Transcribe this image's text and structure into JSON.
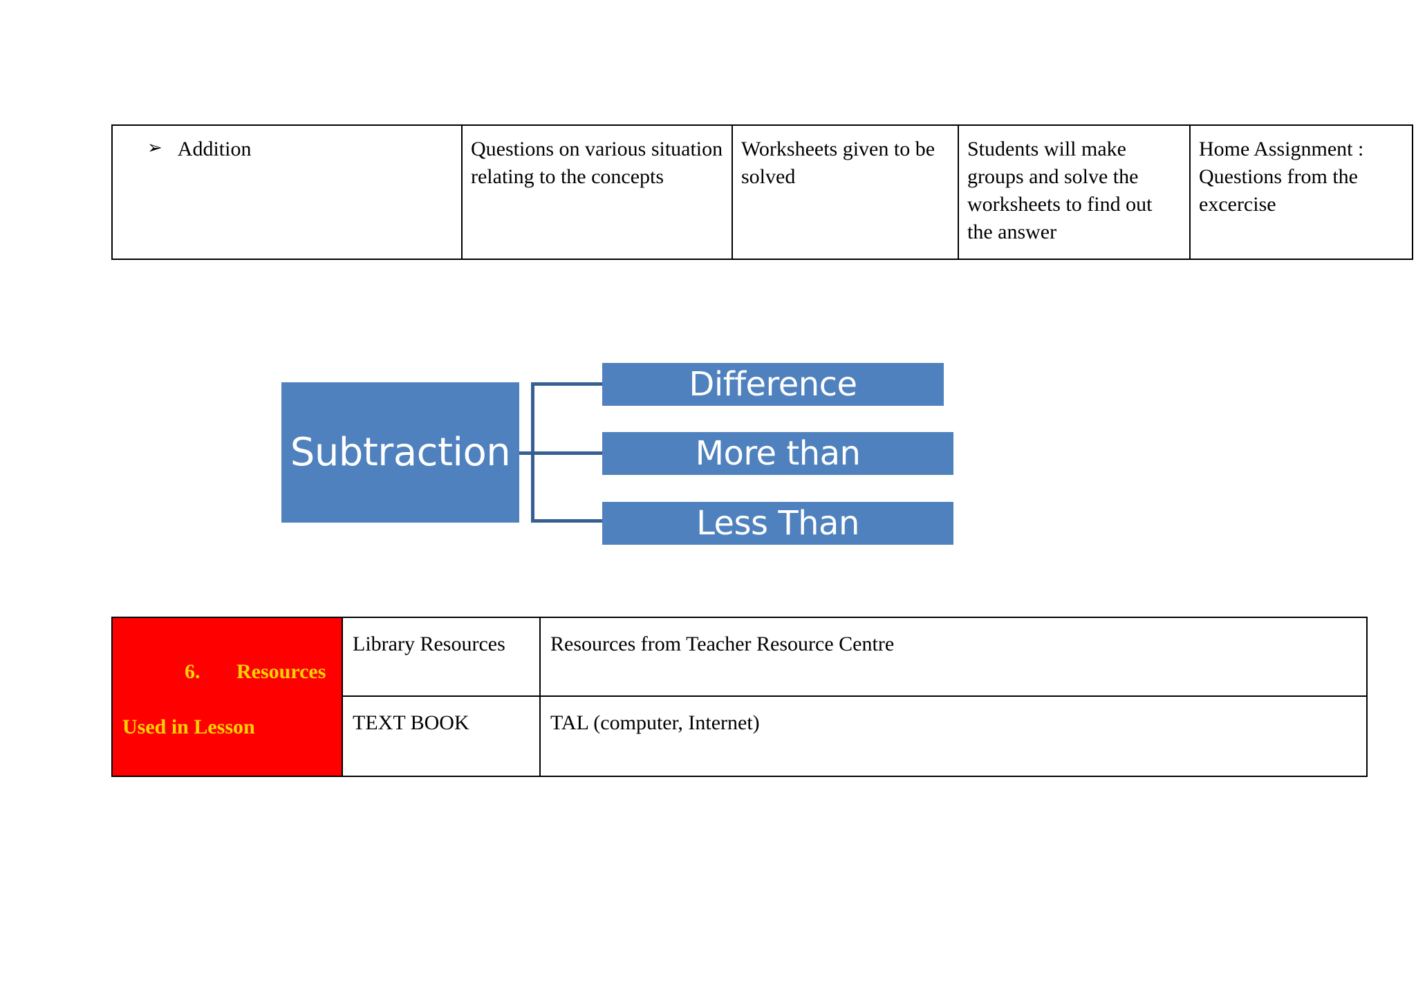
{
  "document": {
    "title": "Lesson Plan Excerpt",
    "colors": {
      "diagram_fill": "#4e81bd",
      "diagram_connector": "#376092",
      "diagram_text": "#ffffff",
      "highlight_cell_bg": "#ff0000",
      "highlight_cell_text": "#ffd400",
      "table_border": "#000000",
      "page_bg": "#ffffff"
    }
  },
  "top_table": {
    "columns": 5,
    "rows": [
      {
        "bullet_glyph": "➢",
        "topic": "Addition",
        "questions": "Questions on various situation relating to the concepts",
        "worksheets": "Worksheets given to be solved",
        "activity": "Students will make groups and solve the worksheets to find out the answer",
        "assignment": "Home Assignment : Questions from the excercise"
      }
    ]
  },
  "diagram": {
    "type": "hierarchy",
    "parent": {
      "label": "Subtraction"
    },
    "children": [
      {
        "label": "Difference"
      },
      {
        "label": "More than"
      },
      {
        "label": "Less Than"
      }
    ]
  },
  "bottom_table": {
    "section": {
      "number": "6.",
      "label": "Resources",
      "label_line_2": "Used in Lesson",
      "full_label": "6.\tResources Used in Lesson"
    },
    "rows": [
      {
        "type": "Library Resources",
        "value": "Resources from Teacher Resource Centre"
      },
      {
        "type": "TEXT BOOK",
        "value": "TAL (computer, Internet)"
      }
    ]
  }
}
